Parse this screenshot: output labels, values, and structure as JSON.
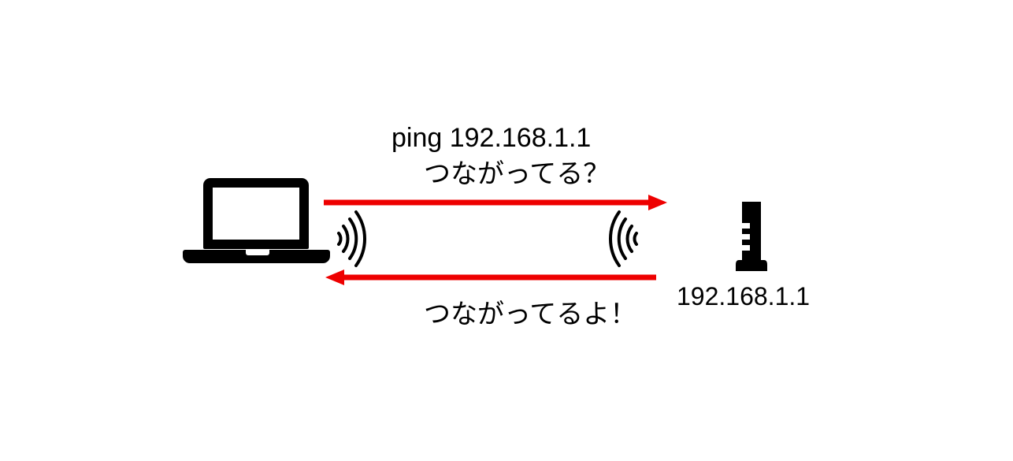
{
  "diagram": {
    "title_texts": {
      "request_command": "ping 192.168.1.1",
      "request_question": "つながってる？",
      "reply_message": "つながってるよ！"
    },
    "nodes": [
      {
        "id": "client",
        "icon": "laptop-icon",
        "label": ""
      },
      {
        "id": "router",
        "icon": "router-tower-icon",
        "label": "192.168.1.1"
      }
    ],
    "arrows": [
      {
        "id": "request-arrow",
        "direction": "right",
        "color": "#EE0000",
        "from": "client",
        "to": "router"
      },
      {
        "id": "reply-arrow",
        "direction": "left",
        "color": "#EE0000",
        "from": "router",
        "to": "client"
      }
    ],
    "signals": [
      {
        "id": "client-signal",
        "icon": "wifi-wave-right-icon",
        "arc_count": 4
      },
      {
        "id": "router-signal",
        "icon": "wifi-wave-left-icon",
        "arc_count": 4
      }
    ],
    "colors": {
      "arrow_red": "#EE0000",
      "ink_black": "#000000",
      "background": "#FFFFFF"
    }
  }
}
